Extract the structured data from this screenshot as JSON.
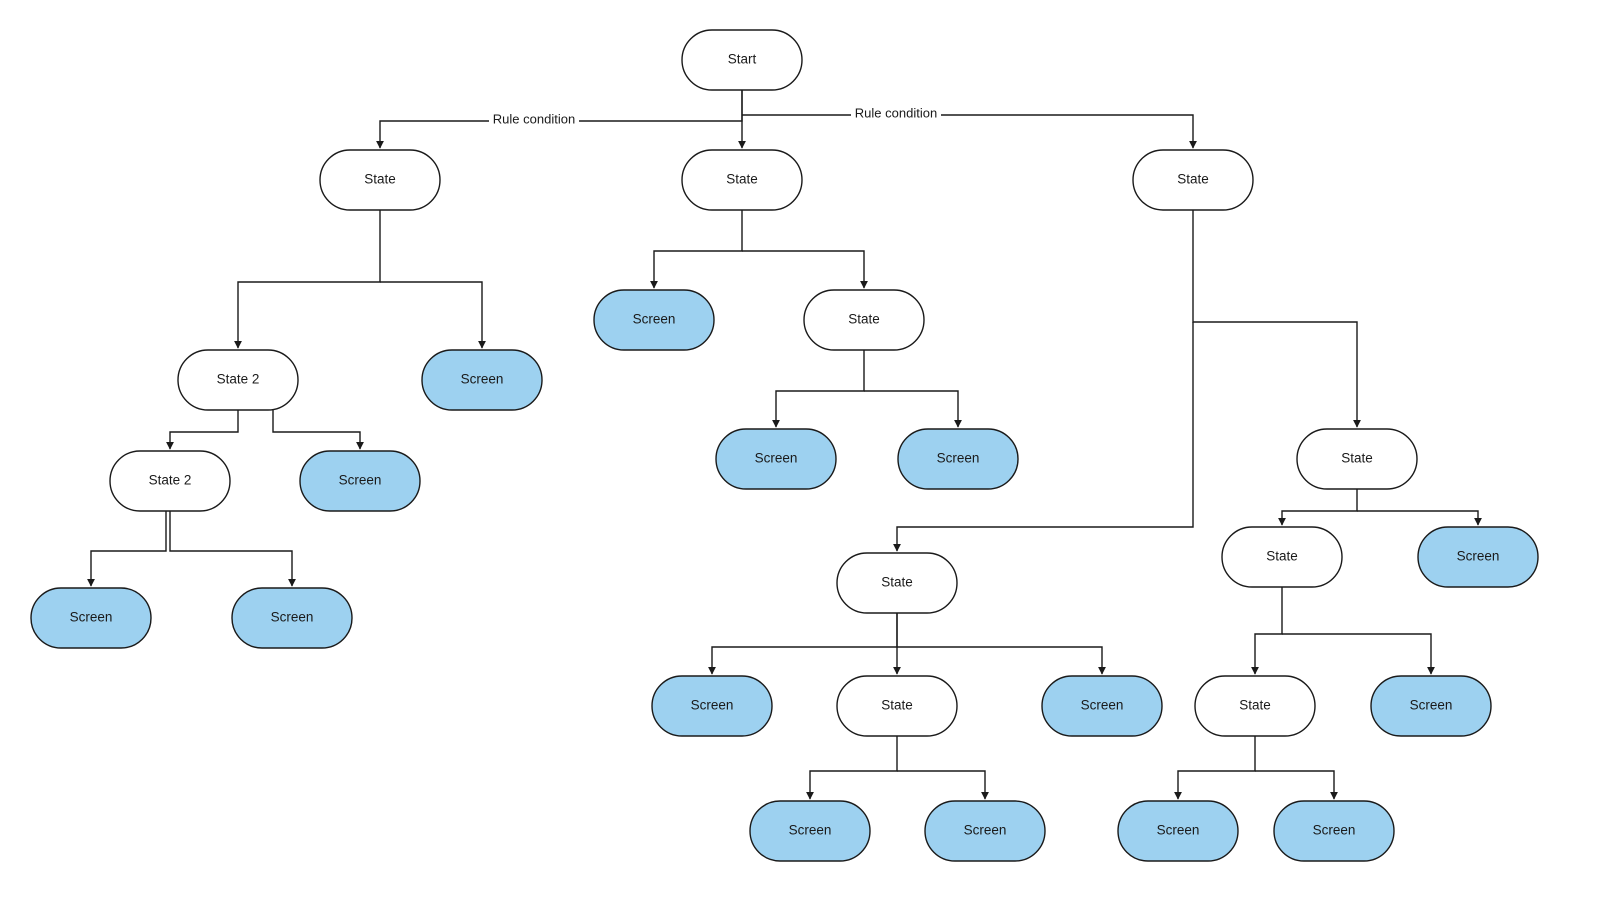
{
  "colors": {
    "screen_fill": "#9dd1f0",
    "state_fill": "#ffffff",
    "stroke": "#1a1a1a",
    "background": "#ffffff"
  },
  "diagram": {
    "edge_labels": [
      "Rule condition",
      "Rule condition"
    ],
    "nodes": [
      {
        "id": "start",
        "label": "Start",
        "kind": "state"
      },
      {
        "id": "s_left",
        "label": "State",
        "kind": "state"
      },
      {
        "id": "s_mid",
        "label": "State",
        "kind": "state"
      },
      {
        "id": "s_right",
        "label": "State",
        "kind": "state"
      },
      {
        "id": "s2_a",
        "label": "State 2",
        "kind": "state"
      },
      {
        "id": "scr_l1",
        "label": "Screen",
        "kind": "screen"
      },
      {
        "id": "s2_b",
        "label": "State 2",
        "kind": "state"
      },
      {
        "id": "scr_l2",
        "label": "Screen",
        "kind": "screen"
      },
      {
        "id": "scr_l3",
        "label": "Screen",
        "kind": "screen"
      },
      {
        "id": "scr_l4",
        "label": "Screen",
        "kind": "screen"
      },
      {
        "id": "scr_m1",
        "label": "Screen",
        "kind": "screen"
      },
      {
        "id": "s_m2",
        "label": "State",
        "kind": "state"
      },
      {
        "id": "scr_m2",
        "label": "Screen",
        "kind": "screen"
      },
      {
        "id": "scr_m3",
        "label": "Screen",
        "kind": "screen"
      },
      {
        "id": "s_r2",
        "label": "State",
        "kind": "state"
      },
      {
        "id": "s_r3",
        "label": "State",
        "kind": "state"
      },
      {
        "id": "scr_r1",
        "label": "Screen",
        "kind": "screen"
      },
      {
        "id": "s_r4",
        "label": "State",
        "kind": "state"
      },
      {
        "id": "scr_r2",
        "label": "Screen",
        "kind": "screen"
      },
      {
        "id": "s_r5",
        "label": "State",
        "kind": "state"
      },
      {
        "id": "scr_r3",
        "label": "Screen",
        "kind": "screen"
      },
      {
        "id": "s_r6",
        "label": "State",
        "kind": "state"
      },
      {
        "id": "scr_r4",
        "label": "Screen",
        "kind": "screen"
      },
      {
        "id": "scr_r5",
        "label": "Screen",
        "kind": "screen"
      },
      {
        "id": "scr_r6",
        "label": "Screen",
        "kind": "screen"
      },
      {
        "id": "scr_r7",
        "label": "Screen",
        "kind": "screen"
      },
      {
        "id": "scr_r8",
        "label": "Screen",
        "kind": "screen"
      }
    ]
  }
}
